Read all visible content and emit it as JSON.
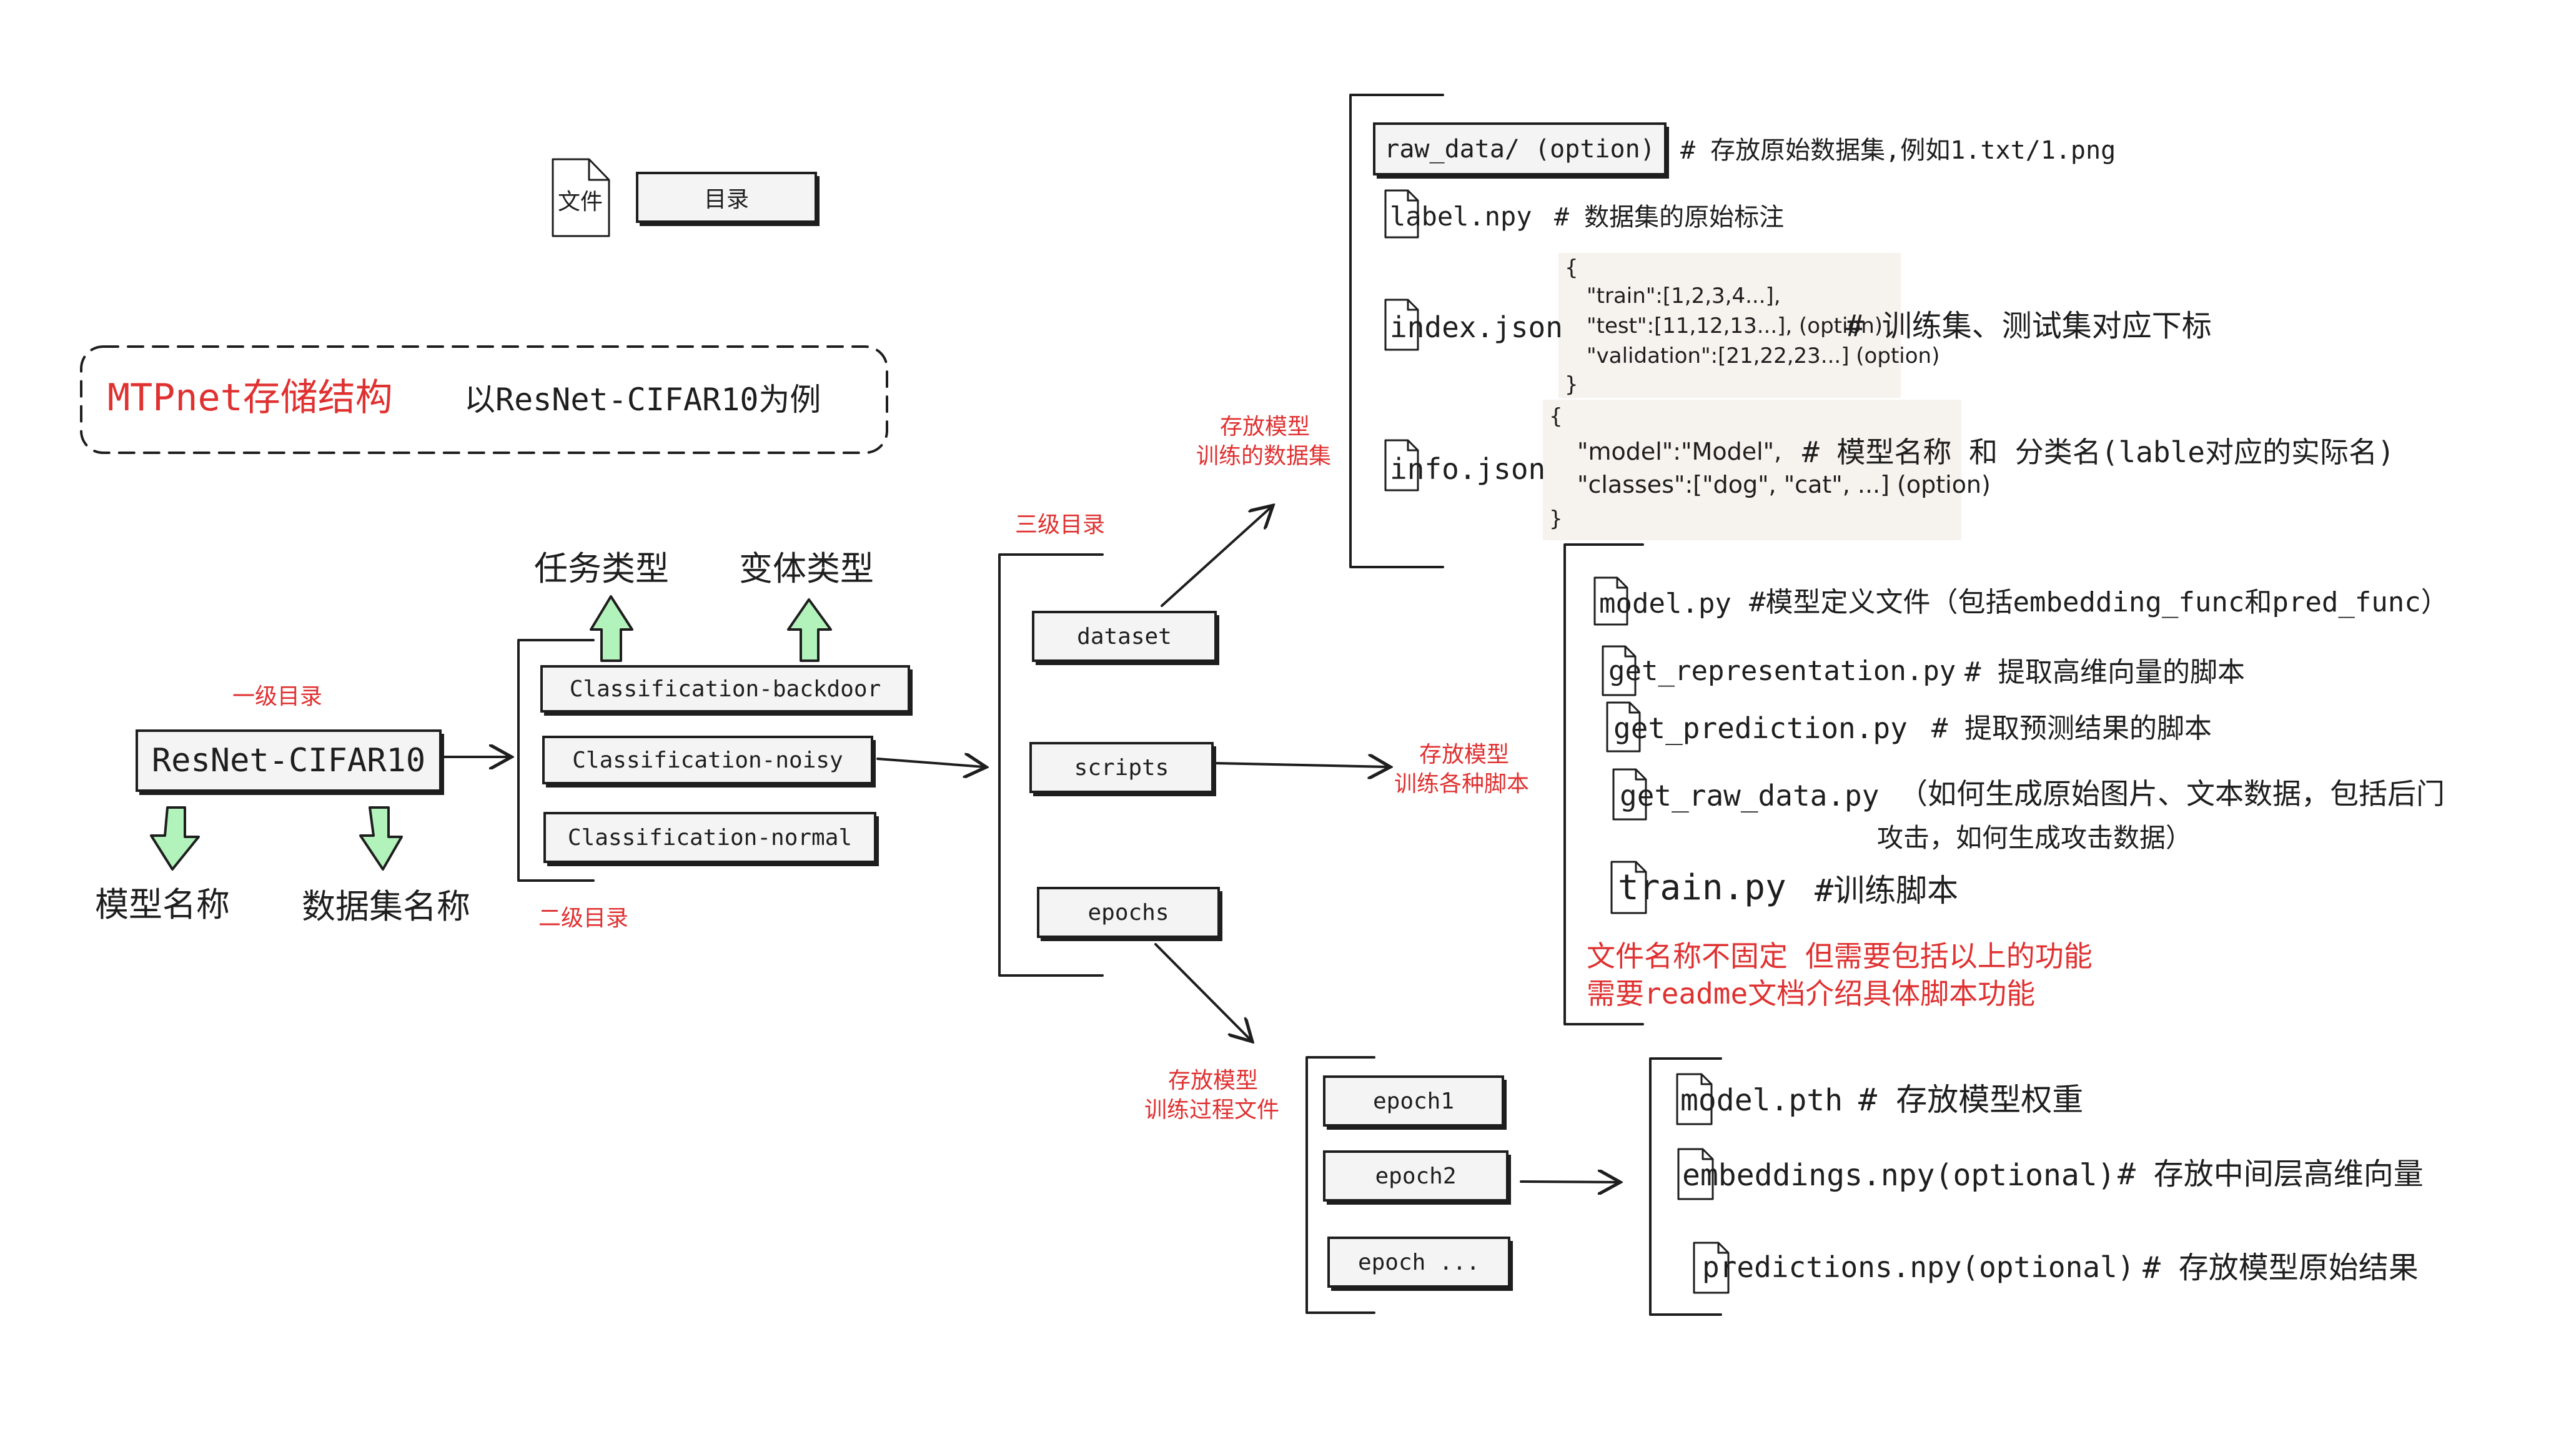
{
  "legend": {
    "file_label": "文件",
    "dir_label": "目录"
  },
  "title": {
    "main": "MTPnet存储结构",
    "sub": "以ResNet-CIFAR10为例"
  },
  "level1": {
    "tag": "一级目录",
    "box": "ResNet-CIFAR10",
    "model_name": "模型名称",
    "dataset_name": "数据集名称"
  },
  "level2": {
    "tag": "二级目录",
    "task_type": "任务类型",
    "variant_type": "变体类型",
    "items": [
      "Classification-backdoor",
      "Classification-noisy",
      "Classification-normal"
    ]
  },
  "level3": {
    "tag": "三级目录",
    "dirs": [
      "dataset",
      "scripts",
      "epochs"
    ]
  },
  "dataset": {
    "caption": [
      "存放模型",
      "训练的数据集"
    ],
    "raw_data_box": "raw_data/ (option)",
    "raw_data_comment": "# 存放原始数据集,例如1.txt/1.png",
    "label_file": "label.npy",
    "label_comment": "# 数据集的原始标注",
    "index_file": "index.json",
    "index_comment": "# 训练集、测试集对应下标",
    "index_note": [
      "{",
      "\"train\":[1,2,3,4...],",
      "\"test\":[11,12,13...], (option)",
      "\"validation\":[21,22,23...] (option)",
      "}"
    ],
    "info_file": "info.json",
    "info_comment": "# 模型名称 和 分类名(lable对应的实际名)",
    "info_note": [
      "{",
      "\"model\":\"Model\",",
      "\"classes\":[\"dog\", \"cat\", ...] (option)",
      "}"
    ]
  },
  "scripts": {
    "caption": [
      "存放模型",
      "训练各种脚本"
    ],
    "model_file": "model.py",
    "model_comment": "#模型定义文件（包括embedding_func和pred_func）",
    "rep_file": "get_representation.py",
    "rep_comment": "# 提取高维向量的脚本",
    "pred_file": "get_prediction.py",
    "pred_comment": "# 提取预测结果的脚本",
    "raw_file": "get_raw_data.py",
    "raw_comment": "（如何生成原始图片、文本数据，包括后门",
    "raw_comment2": "攻击，如何生成攻击数据）",
    "train_file": "train.py",
    "train_comment": "#训练脚本",
    "note1": "文件名称不固定  但需要包括以上的功能",
    "note2": "需要readme文档介绍具体脚本功能"
  },
  "epochs": {
    "caption": [
      "存放模型",
      "训练过程文件"
    ],
    "items": [
      "epoch1",
      "epoch2",
      "epoch ..."
    ],
    "pth_file": "model.pth",
    "pth_comment": "# 存放模型权重",
    "emb_file": "embeddings.npy(optional)",
    "emb_comment": "# 存放中间层高维向量",
    "predn_file": "predictions.npy(optional)",
    "predn_comment": "# 存放模型原始结果"
  },
  "colors": {
    "accent_red": "#e03131",
    "arrow_green": "#b2f2bb",
    "stroke": "#1e1e1e",
    "box_fill": "#f4f4f4",
    "note_fill": "#f6f2ed"
  }
}
